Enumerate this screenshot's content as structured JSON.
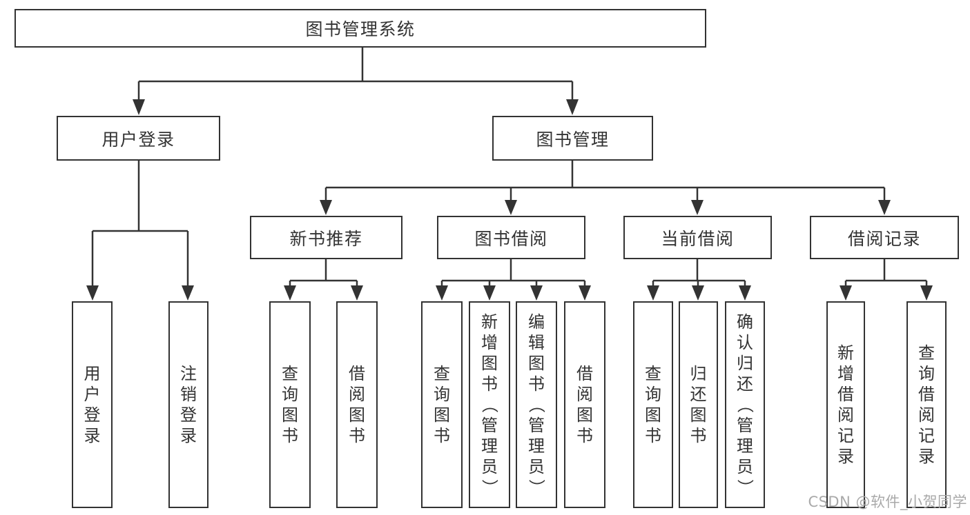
{
  "diagram": {
    "title_node": {
      "label": "图书管理系统"
    },
    "level2": {
      "user_login": {
        "label": "用户登录"
      },
      "book_management": {
        "label": "图书管理"
      }
    },
    "level3": {
      "new_book_recommendation": {
        "label": "新书推荐"
      },
      "book_borrowing": {
        "label": "图书借阅"
      },
      "current_borrowing": {
        "label": "当前借阅"
      },
      "borrowing_records": {
        "label": "借阅记录"
      }
    },
    "leaves": [
      {
        "label": "用户登录"
      },
      {
        "label": "注销登录"
      },
      {
        "label": "查询图书"
      },
      {
        "label": "借阅图书"
      },
      {
        "label": "查询图书"
      },
      {
        "label": "新增图书（管理员）"
      },
      {
        "label": "编辑图书（管理员）"
      },
      {
        "label": "借阅图书"
      },
      {
        "label": "查询图书"
      },
      {
        "label": "归还图书"
      },
      {
        "label": "确认归还（管理员）"
      },
      {
        "label": "新增借阅记录"
      },
      {
        "label": "查询借阅记录"
      }
    ]
  },
  "watermark": {
    "text": "CSDN @软件_小贺同学"
  },
  "colors": {
    "line": "#333333",
    "text": "#333333",
    "watermark": "#a9a9a9",
    "background": "#ffffff"
  }
}
